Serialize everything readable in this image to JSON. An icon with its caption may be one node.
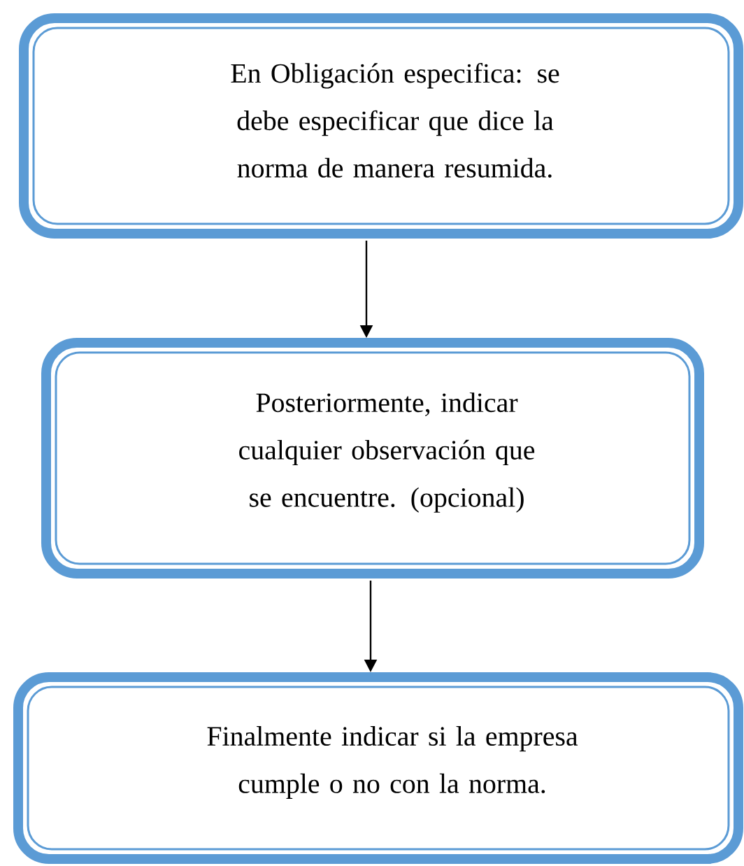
{
  "diagram": {
    "nodes": [
      {
        "text": [
          "En Obligación especifica: se debe especificar que dice la norma de manera resumida."
        ]
      },
      {
        "text": [
          "Posteriormente, indicar cualquier observación que se encuentre. (opcional)"
        ]
      },
      {
        "text": [
          "Finalmente indicar si la empresa cumple o no con la norma."
        ]
      }
    ],
    "edges": [
      {
        "from": 0,
        "to": 1,
        "arrow": "to"
      },
      {
        "from": 1,
        "to": 2,
        "arrow": "to"
      }
    ]
  }
}
